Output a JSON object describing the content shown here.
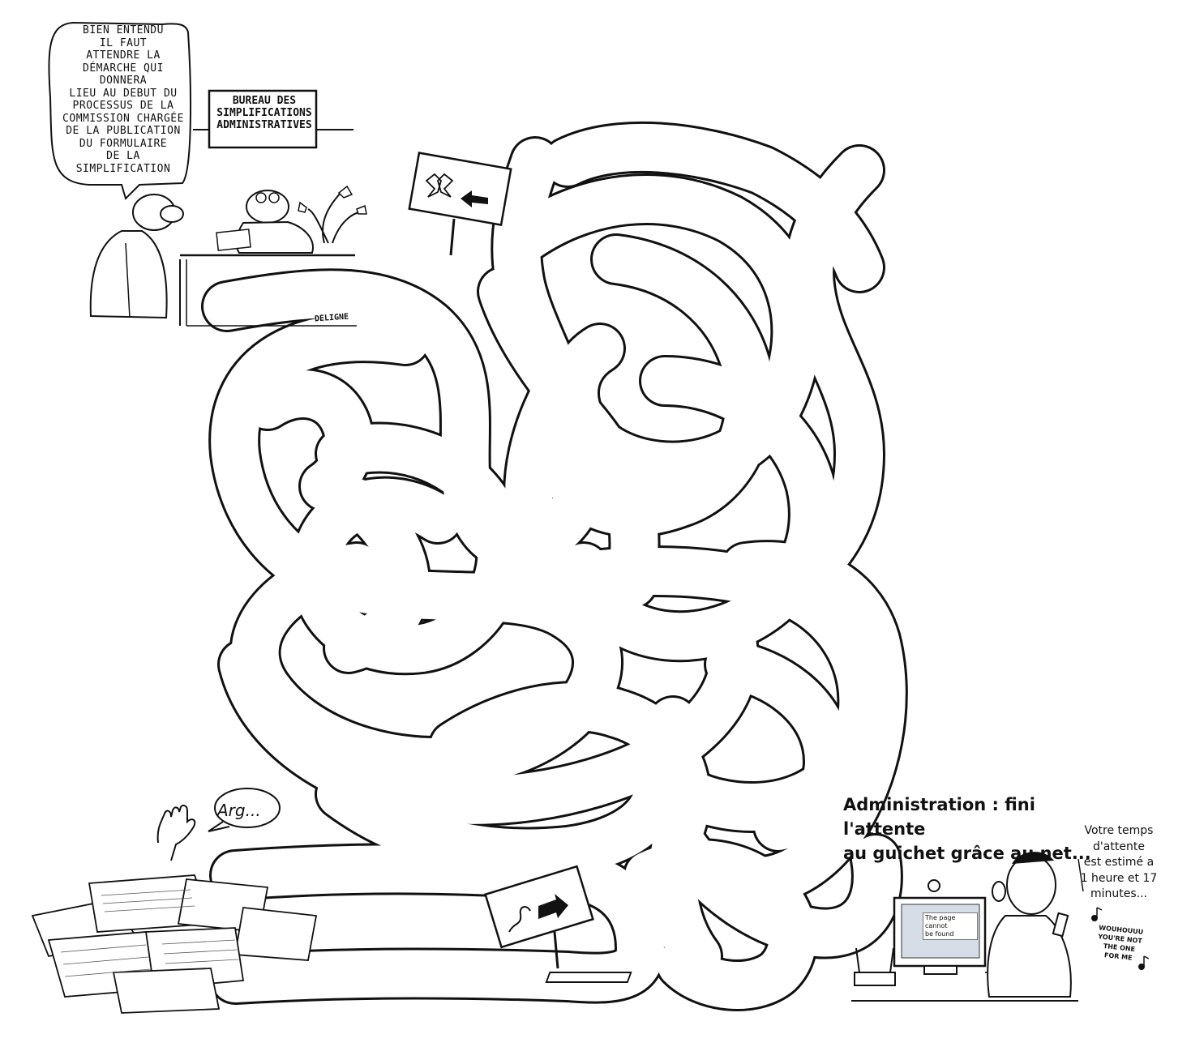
{
  "speech_bubble": {
    "lines": [
      "BIEN ENTENDU",
      "IL FAUT",
      "ATTENDRE LA",
      "DÉMARCHE QUI DONNERA",
      "LIEU AU DEBUT DU",
      "PROCESSUS DE LA",
      "COMMISSION CHARGÉE",
      "DE LA PUBLICATION",
      "DU FORMULAIRE",
      "DE LA SIMPLIFICATION"
    ]
  },
  "office_sign": {
    "lines": [
      "BUREAU DES",
      "SIMPLIFICATIONS",
      "ADMINISTRATIVES"
    ]
  },
  "signature": "DELIGNE",
  "drowning_bubble": "Arg...",
  "headline": {
    "line1": "Administration : fini l'attente",
    "line2": "au guichet grâce au net..."
  },
  "wait_bubble": {
    "lines": [
      "Votre temps",
      "d'attente",
      "est estimé a",
      "1 heure et 17",
      "minutes..."
    ]
  },
  "song_lyrics": {
    "lines": [
      "WOUHOUUU",
      "YOU'RE NOT",
      "THE ONE",
      "FOR ME"
    ]
  },
  "screen_message": {
    "lines": [
      "The page cannot",
      "be found"
    ]
  },
  "icons": {
    "start_sign": "butterfly-and-left-arrow-icon",
    "end_sign": "worm-and-right-arrow-icon",
    "music": "music-note-icon"
  },
  "colors": {
    "ink": "#111111",
    "paper": "#ffffff",
    "screen": "#d6dde6"
  }
}
